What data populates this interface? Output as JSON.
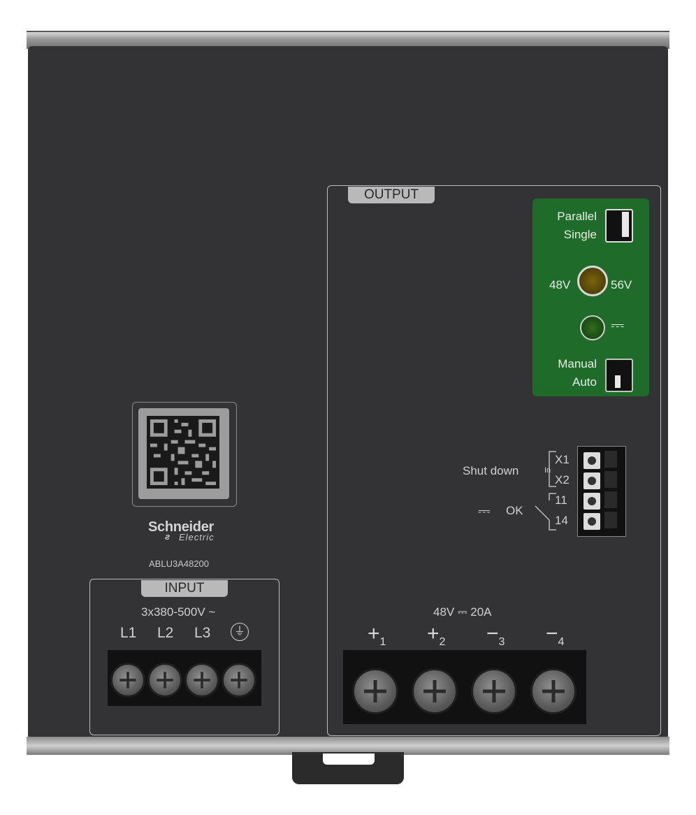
{
  "brand": {
    "name": "Schneider",
    "sub": "Electric"
  },
  "model": "ABLU3A48200",
  "input": {
    "tab_label": "INPUT",
    "rating": "3x380-500V ~",
    "terminals": [
      "L1",
      "L2",
      "L3"
    ],
    "ground_symbol": "⏚"
  },
  "output": {
    "tab_label": "OUTPUT",
    "rating": "48V ⎓ 20A",
    "terminals": [
      {
        "sign": "+",
        "index": "1"
      },
      {
        "sign": "+",
        "index": "2"
      },
      {
        "sign": "−",
        "index": "3"
      },
      {
        "sign": "−",
        "index": "4"
      }
    ]
  },
  "controls": {
    "parallel_label": "Parallel",
    "single_label": "Single",
    "v_min": "48V",
    "v_max": "56V",
    "dc_ok_symbol": "⎓",
    "manual_label": "Manual",
    "auto_label": "Auto"
  },
  "signals": {
    "shutdown_label": "Shut down",
    "in_label": "In",
    "ok_label": "OK",
    "ok_symbol": "⎓",
    "pins": [
      "X1",
      "X2",
      "11",
      "14"
    ]
  },
  "colors": {
    "housing": "#333336",
    "control_panel": "#1f6b2a",
    "led": "#1c4d16",
    "pot": "#6b5a10"
  }
}
